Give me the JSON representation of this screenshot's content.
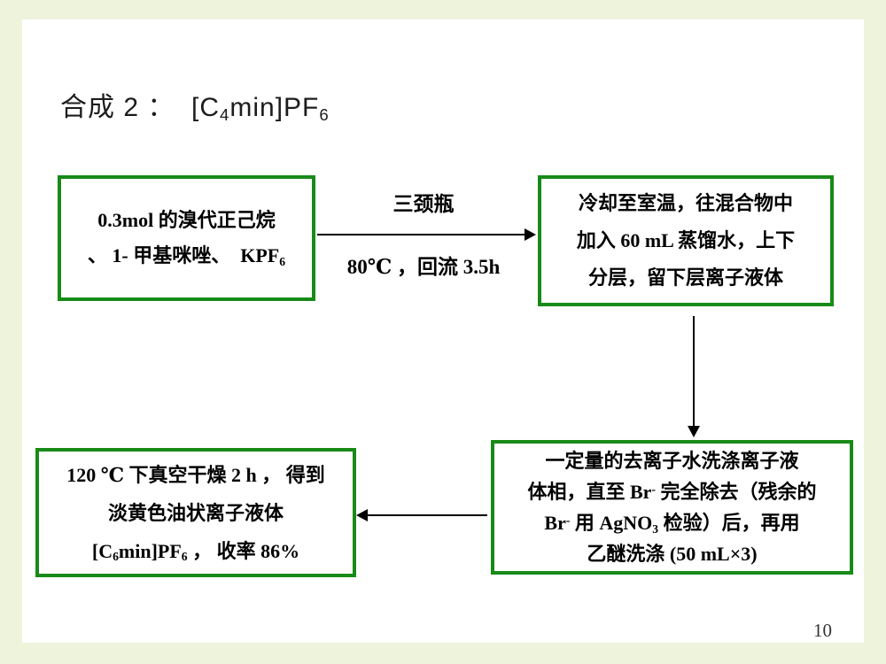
{
  "slide": {
    "title_parts": [
      {
        "t": "合成 2 ：  [C"
      },
      {
        "t": "4",
        "sub": true
      },
      {
        "t": "min]PF"
      },
      {
        "t": "6",
        "sub": true
      }
    ],
    "page_number": "10"
  },
  "flowchart": {
    "reagents_box": {
      "lines": [
        [
          {
            "t": "0.3mol 的溴代正己烷"
          }
        ],
        [
          {
            "t": "、 1- 甲基咪唑、  KPF"
          },
          {
            "t": "6",
            "sub": true
          }
        ]
      ]
    },
    "condition_label_top": "三颈瓶",
    "condition_label_bottom": "80℃ ，回流 3.5h",
    "cooling_box": {
      "lines": [
        [
          {
            "t": "冷却至室温，往混合物中"
          }
        ],
        [
          {
            "t": "加入 60 mL 蒸馏水，上下"
          }
        ],
        [
          {
            "t": "分层，留下层离子液体"
          }
        ]
      ]
    },
    "washing_box": {
      "lines": [
        [
          {
            "t": "一定量的去离子水洗涤离子液"
          }
        ],
        [
          {
            "t": "体相，直至 Br"
          },
          {
            "t": "-",
            "sup": true
          },
          {
            "t": " 完全除去（残余的"
          }
        ],
        [
          {
            "t": "Br"
          },
          {
            "t": "-",
            "sup": true
          },
          {
            "t": " 用 AgNO"
          },
          {
            "t": "3",
            "sub": true
          },
          {
            "t": " 检验）后，再用"
          }
        ],
        [
          {
            "t": "乙醚洗涤 (50 mL×3)"
          }
        ]
      ]
    },
    "drying_box": {
      "lines": [
        [
          {
            "t": "120 ℃ 下真空干燥 2 h ， 得到"
          }
        ],
        [
          {
            "t": "淡黄色油状离子液体"
          }
        ],
        [
          {
            "t": "[C"
          },
          {
            "t": "6",
            "sub": true
          },
          {
            "t": "min]PF"
          },
          {
            "t": "6",
            "sub": true
          },
          {
            "t": " ， 收率 86%"
          }
        ]
      ]
    }
  },
  "colors": {
    "background": "#eef3dc",
    "slide": "#ffffff",
    "box_border": "#188a18",
    "text": "#111111"
  }
}
